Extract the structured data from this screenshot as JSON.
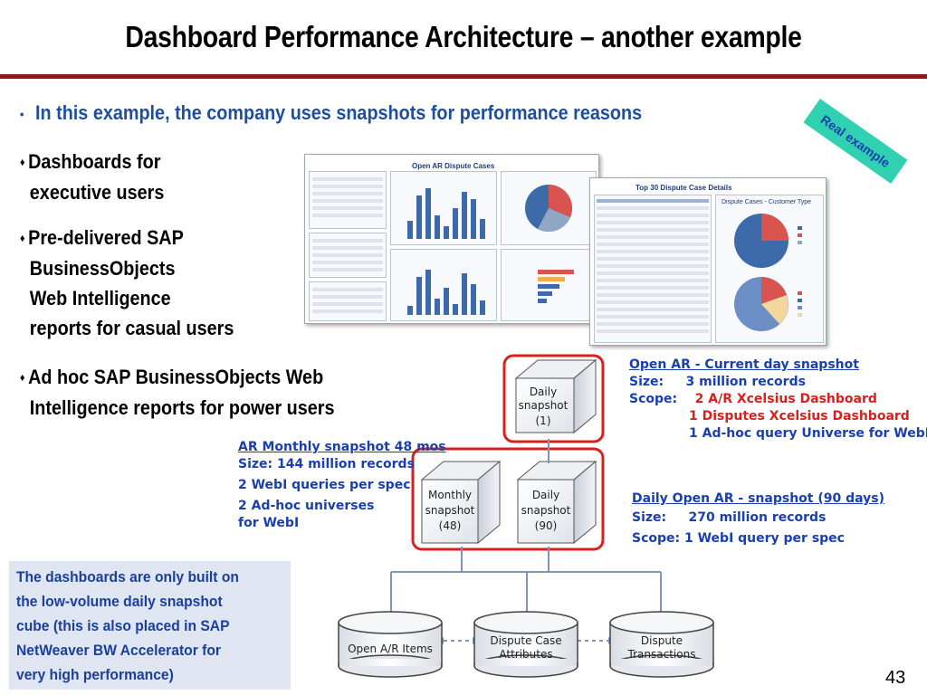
{
  "title": "Dashboard Performance Architecture – another example",
  "main_bullet": "In this example, the company uses snapshots for performance reasons",
  "sub_bullets": [
    {
      "lines": [
        "Dashboards for",
        "executive users"
      ]
    },
    {
      "lines": [
        "Pre-delivered SAP",
        "BusinessObjects",
        "Web Intelligence",
        "reports for casual users"
      ]
    },
    {
      "lines": [
        "Ad hoc SAP BusinessObjects Web",
        "Intelligence reports for power users"
      ]
    }
  ],
  "stamp": "Real example",
  "screenshots": {
    "left_title": "Open AR Dispute Cases",
    "right_title": "Top 30 Dispute Case Details",
    "right_pie_title": "Dispute Cases - Customer Type"
  },
  "cubes": {
    "daily_1": [
      "Daily",
      "snapshot",
      "(1)"
    ],
    "monthly": [
      "Monthly",
      "snapshot",
      "(48)"
    ],
    "daily_90": [
      "Daily",
      "snapshot",
      "(90)"
    ]
  },
  "open_ar_box": {
    "heading": "Open AR   - Current day snapshot",
    "size_label": "Size:",
    "size_value": "3 million records",
    "scope_label": "Scope:",
    "scope_items": [
      "2 A/R Xcelsius Dashboard",
      "1 Disputes Xcelsius Dashboard"
    ],
    "scope_extra": "1 Ad-hoc query Universe for WebI"
  },
  "monthly_box": {
    "heading": "AR Monthly  snapshot  48 mos",
    "size": "Size:  144 million records",
    "queries": "2 WebI queries per spec",
    "universes_1": "2 Ad-hoc universes",
    "universes_2": "for WebI"
  },
  "daily_box": {
    "heading": "Daily  Open AR - snapshot  (90 days)",
    "size_label": "Size:",
    "size_value": "270 million records",
    "scope": "Scope:  1 WebI query per spec"
  },
  "sources": [
    "Open A/R Items",
    "Dispute  Case Attributes",
    "Dispute Transactions"
  ],
  "note": [
    "The dashboards are only built on",
    "the low-volume daily snapshot",
    "cube (this is also placed in SAP",
    "NetWeaver BW Accelerator for",
    "very high performance)"
  ],
  "page_number": "43",
  "colors": {
    "title_rule": "#8b1a1a",
    "accent_blue": "#1a3fb0",
    "highlight_red": "#d8201c",
    "stamp": "#2fd1b0"
  }
}
